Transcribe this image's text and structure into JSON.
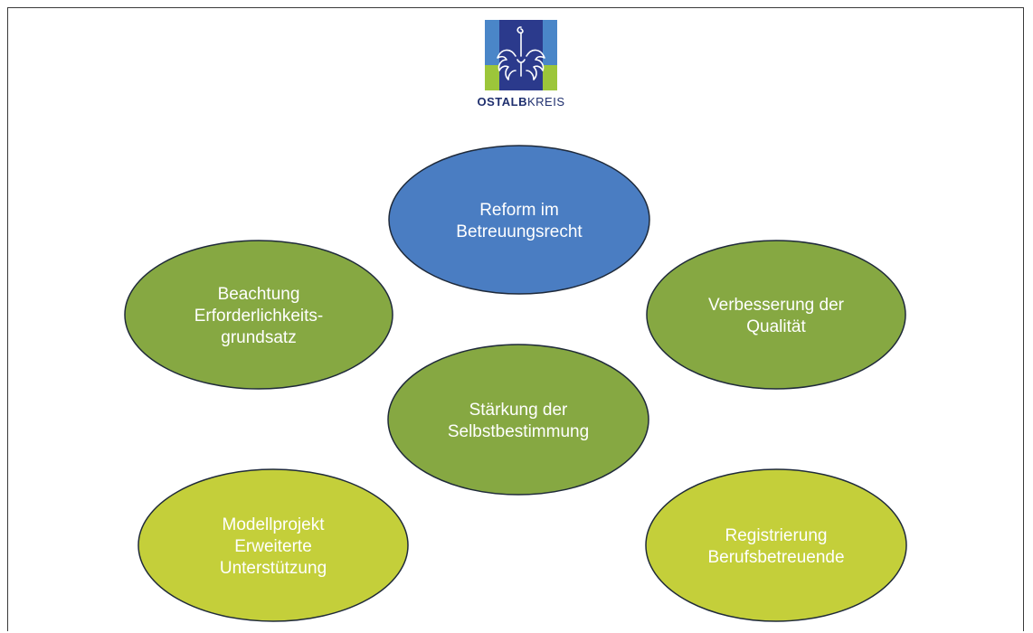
{
  "logo": {
    "brand_bold": "OSTALB",
    "brand_light": "KREIS",
    "colors": {
      "navy": "#2b3a8c",
      "blue": "#4a86c8",
      "green": "#9cc63a"
    },
    "icon": "eagle-crest-icon"
  },
  "nodes": [
    {
      "id": "reform",
      "lines": [
        "Reform im",
        "Betreuungsrecht"
      ],
      "fill": "#4a7dc2"
    },
    {
      "id": "beachtung",
      "lines": [
        "Beachtung",
        "Erforderlichkeits-",
        "grundsatz"
      ],
      "fill": "#86a842"
    },
    {
      "id": "verbesserung",
      "lines": [
        "Verbesserung der",
        "Qualität"
      ],
      "fill": "#86a842"
    },
    {
      "id": "staerkung",
      "lines": [
        "Stärkung der",
        "Selbstbestimmung"
      ],
      "fill": "#86a842"
    },
    {
      "id": "modellprojekt",
      "lines": [
        "Modellprojekt",
        "Erweiterte",
        "Unterstützung"
      ],
      "fill": "#c4cf3a"
    },
    {
      "id": "registrierung",
      "lines": [
        "Registrierung",
        "Berufsbetreuende"
      ],
      "fill": "#c4cf3a"
    }
  ]
}
